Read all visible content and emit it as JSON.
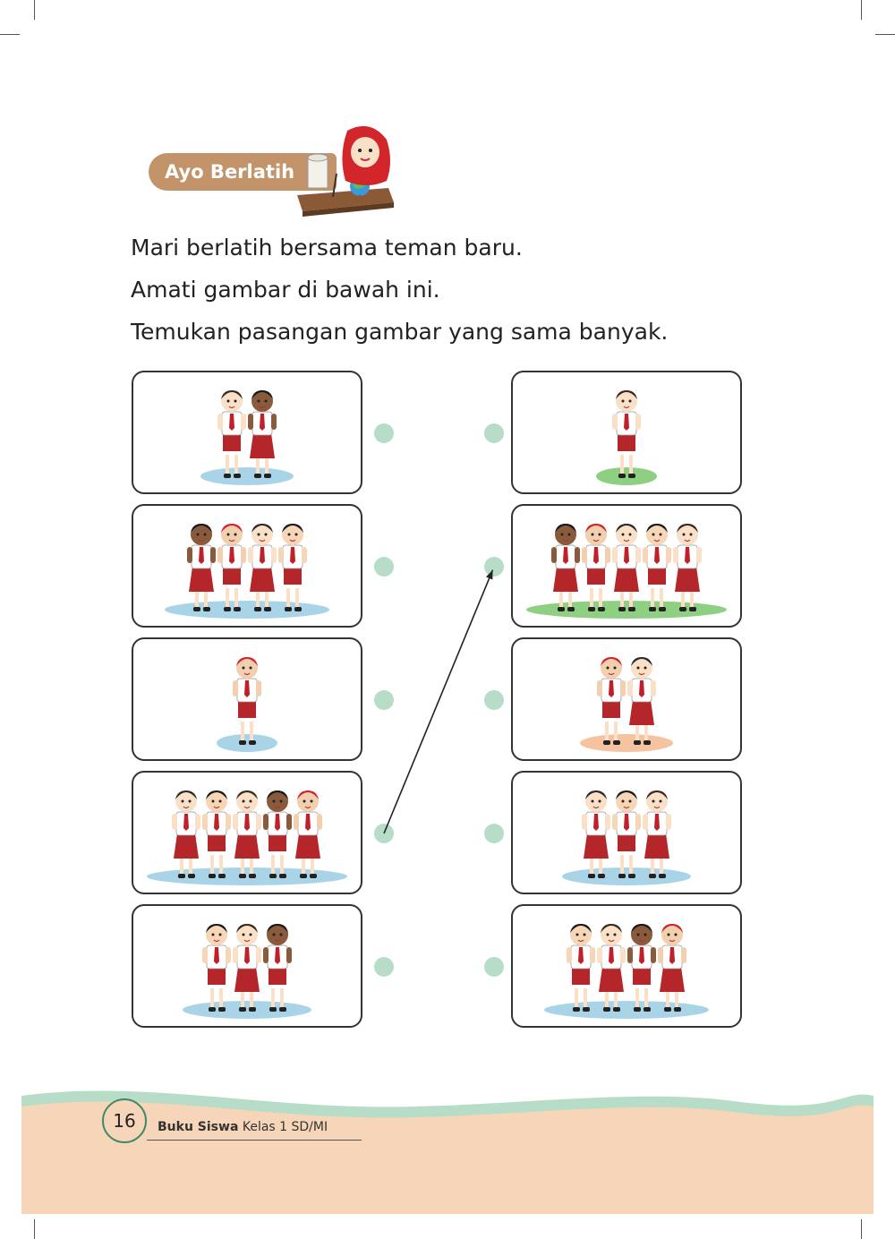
{
  "header": {
    "badge_text": "Ayo Berlatih",
    "mascot_icon": "girl-at-desk-icon",
    "badge_color": "#c3936a"
  },
  "instructions": [
    "Mari berlatih bersama teman baru.",
    "Amati gambar di bawah ini.",
    "Temukan pasangan gambar yang sama banyak."
  ],
  "exercise": {
    "left_cards": [
      {
        "icon": "students-group-icon",
        "count": 2,
        "ground_color": "#a9d4e8"
      },
      {
        "icon": "students-group-icon",
        "count": 4,
        "ground_color": "#a9d4e8"
      },
      {
        "icon": "student-icon",
        "count": 1,
        "ground_color": "#a9d4e8"
      },
      {
        "icon": "students-group-icon",
        "count": 5,
        "ground_color": "#a9d4e8"
      },
      {
        "icon": "students-group-icon",
        "count": 3,
        "ground_color": "#a9d4e8"
      }
    ],
    "right_cards": [
      {
        "icon": "student-icon",
        "count": 1,
        "ground_color": "#8fcf82"
      },
      {
        "icon": "students-group-icon",
        "count": 5,
        "ground_color": "#8fcf82"
      },
      {
        "icon": "students-group-icon",
        "count": 2,
        "ground_color": "#f6c3a0"
      },
      {
        "icon": "students-group-icon",
        "count": 3,
        "ground_color": "#a9d4e8"
      },
      {
        "icon": "students-group-icon",
        "count": 4,
        "ground_color": "#a9d4e8"
      }
    ],
    "example_match": {
      "left_index": 3,
      "right_index": 1
    },
    "dot_color": "#b7dcc7",
    "uniform_colors": {
      "shirt": "#ffffff",
      "bottom": "#b5262a",
      "tie": "#c0202a"
    }
  },
  "footer": {
    "page_number": "16",
    "book_title_bold": "Buku Siswa",
    "book_title_rest": " Kelas 1 SD/MI",
    "band_color": "#f6d5b8",
    "wave_color": "#b7dcc7"
  }
}
